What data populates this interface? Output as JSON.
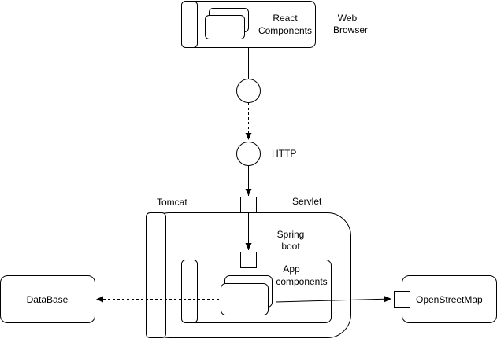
{
  "diagram": {
    "browser": {
      "component_label_line1": "React",
      "component_label_line2": "Components",
      "node_label_line1": "Web",
      "node_label_line2": "Browser"
    },
    "http_label": "HTTP",
    "server": {
      "tomcat_label": "Tomcat",
      "servlet_label": "Servlet",
      "spring_label_line1": "Spring",
      "spring_label_line2": "boot",
      "app_label_line1": "App",
      "app_label_line2": "components"
    },
    "database_label": "DataBase",
    "osm_label": "OpenStreetMap"
  }
}
